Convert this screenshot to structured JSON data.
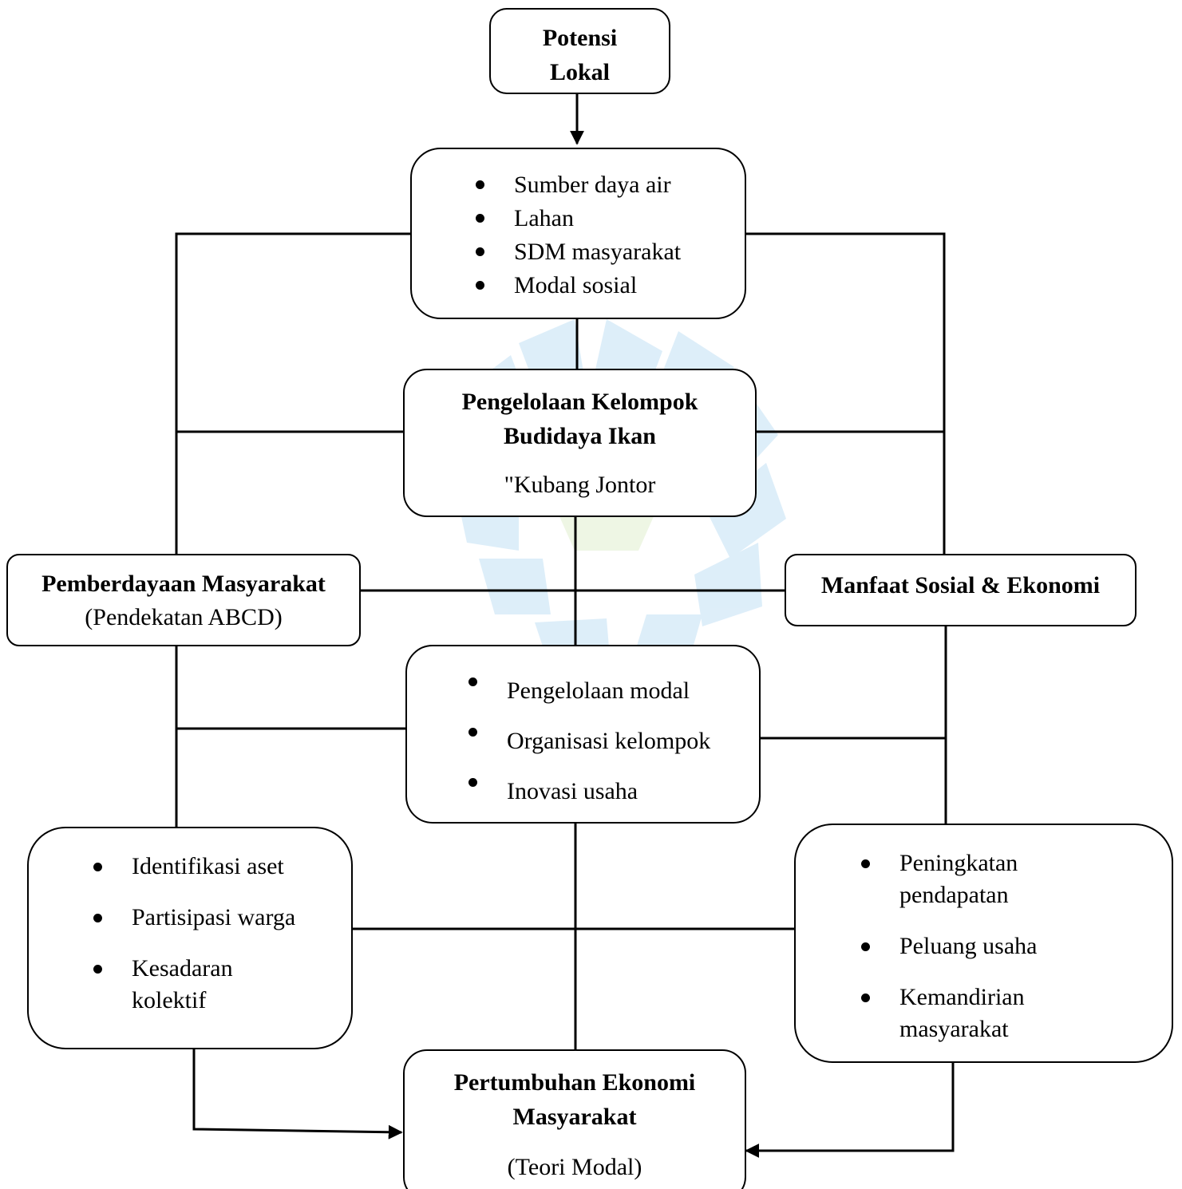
{
  "nodes": {
    "potensi_lokal": {
      "title_line1": "Potensi",
      "title_line2": "Lokal"
    },
    "potensi_items": [
      "Sumber daya air",
      "Lahan",
      "SDM masyarakat",
      "Modal sosial"
    ],
    "pengelolaan": {
      "title_line1": "Pengelolaan Kelompok",
      "title_line2": "Budidaya Ikan",
      "subtitle": "\"Kubang Jontor"
    },
    "pemberdayaan": {
      "title": "Pemberdayaan Masyarakat",
      "subtitle": "(Pendekatan ABCD)"
    },
    "manfaat": {
      "title": "Manfaat Sosial & Ekonomi"
    },
    "pengelolaan_items": [
      "Pengelolaan modal",
      "Organisasi kelompok",
      "Inovasi usaha"
    ],
    "abcd_items": [
      {
        "line1": "Identifikasi aset"
      },
      {
        "line1": "Partisipasi warga"
      },
      {
        "line1": "Kesadaran",
        "line2": "kolektif"
      }
    ],
    "manfaat_items": [
      {
        "line1": "Peningkatan",
        "line2": "pendapatan"
      },
      {
        "line1": "Peluang usaha"
      },
      {
        "line1": "Kemandirian",
        "line2": "masyarakat"
      }
    ],
    "pertumbuhan": {
      "title_line1": "Pertumbuhan Ekonomi",
      "title_line2": "Masyarakat",
      "subtitle": "(Teori Modal)"
    }
  },
  "colors": {
    "stroke": "#000000",
    "watermark": "#4aa3df"
  }
}
